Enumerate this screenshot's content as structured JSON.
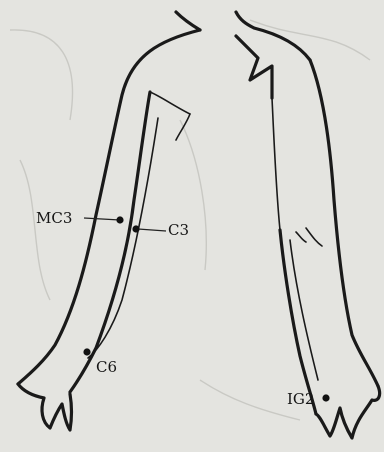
{
  "points": [
    {
      "id": "mc3",
      "label": "MC3"
    },
    {
      "id": "c3",
      "label": "C3"
    },
    {
      "id": "c6",
      "label": "C6"
    },
    {
      "id": "ig2",
      "label": "IG2"
    }
  ]
}
